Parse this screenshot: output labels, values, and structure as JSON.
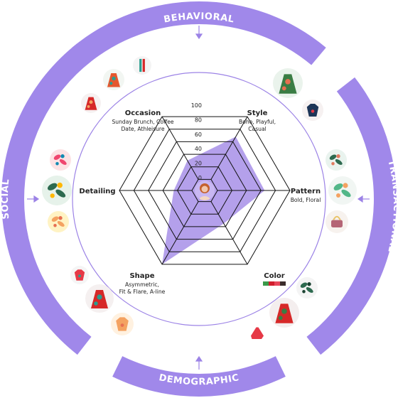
{
  "segments": {
    "top": "BEHAVIORAL",
    "right": "TRANSACTIONAL",
    "bottom": "DEMOGRAPHIC",
    "left": "SOCIAL"
  },
  "attributes": {
    "occasion": {
      "title": "Occasion",
      "lines": [
        "Sunday Brunch, Coffee",
        "Date, Athleisure"
      ]
    },
    "style": {
      "title": "Style",
      "lines": [
        "Boho, Playful,",
        "Casual"
      ]
    },
    "pattern": {
      "title": "Pattern",
      "lines": [
        "Bold, Floral"
      ]
    },
    "color": {
      "title": "Color",
      "swatches": [
        "#3b9a4a",
        "#d11e2d",
        "#e8465a",
        "#3a2c2c"
      ]
    },
    "shape": {
      "title": "Shape",
      "lines": [
        "Asymmetric,",
        "Fit & Flare, A-line"
      ]
    },
    "detailing": {
      "title": "Detailing",
      "lines": []
    }
  },
  "chart_data": {
    "type": "radar",
    "axes": [
      "Style",
      "Pattern",
      "Color",
      "Shape",
      "Detailing",
      "Occasion"
    ],
    "ticks": [
      "0",
      "20",
      "40",
      "60",
      "80",
      "100"
    ],
    "range": [
      0,
      100
    ],
    "values": [
      68,
      65,
      35,
      100,
      25,
      30
    ],
    "fill_color": "#a78fe8"
  },
  "colors": {
    "accent": "#a088ea",
    "ring_line": "#9c83e6"
  }
}
